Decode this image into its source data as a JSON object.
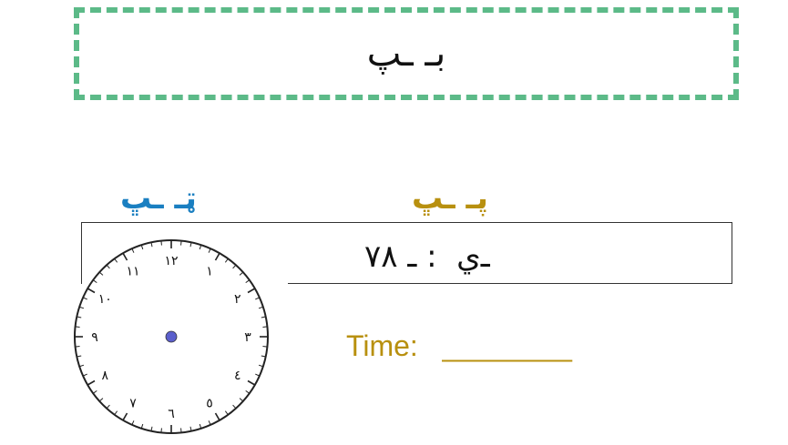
{
  "header": {
    "title_glyphs": "ب‍ـ ـپ"
  },
  "labels": {
    "left": "ټ‍ـ ـڀ",
    "right": "پ‍ـ ـڀ"
  },
  "prompt": {
    "question": "ـ‌ي ‌ : ـ‍‍ ٧٨"
  },
  "answer": {
    "label": "Time:",
    "blank": "________"
  },
  "colors": {
    "title_border": "#5cba88",
    "left_label": "#1a7fc1",
    "right_label": "#b8900f",
    "time_label": "#b8900f",
    "clock_center": "#5b5fcc"
  },
  "clock": {
    "numerals": [
      "١٢",
      "١",
      "٢",
      "٣",
      "٤",
      "٥",
      "٦",
      "٧",
      "٨",
      "٩",
      "١٠",
      "١١"
    ]
  }
}
